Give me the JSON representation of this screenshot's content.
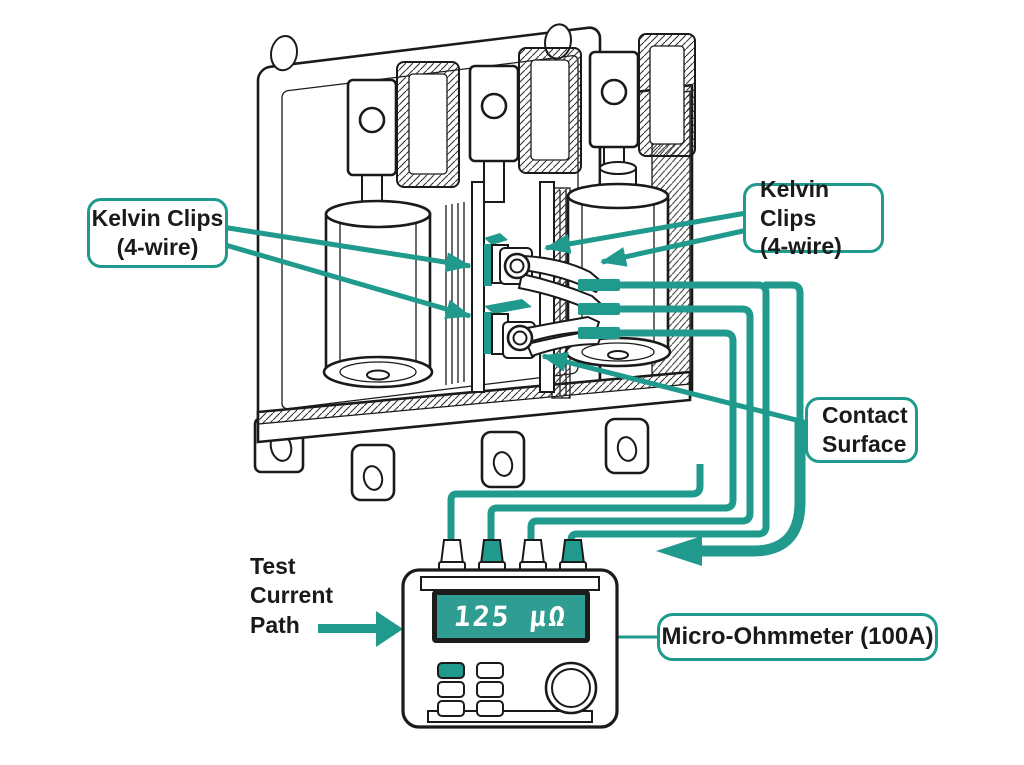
{
  "colors": {
    "accent": "#1f9a8c",
    "lcd_bg": "#2f9d92",
    "lcd_text": "#ffffff",
    "ink": "#1a1a1a"
  },
  "callouts": {
    "kelvin_left": {
      "line1": "Kelvin Clips",
      "line2": "(4-wire)"
    },
    "kelvin_right": {
      "line1": "Kelvin Clips",
      "line2": "(4-wire)"
    },
    "contact_surface": {
      "line1": "Contact",
      "line2": "Surface"
    },
    "test_current_path": {
      "line1": "Test",
      "line2": "Current",
      "line3": "Path"
    },
    "micro_ohmmeter": "Micro-Ohmmeter (100A)"
  },
  "meter": {
    "display_value": "125 µΩ"
  }
}
